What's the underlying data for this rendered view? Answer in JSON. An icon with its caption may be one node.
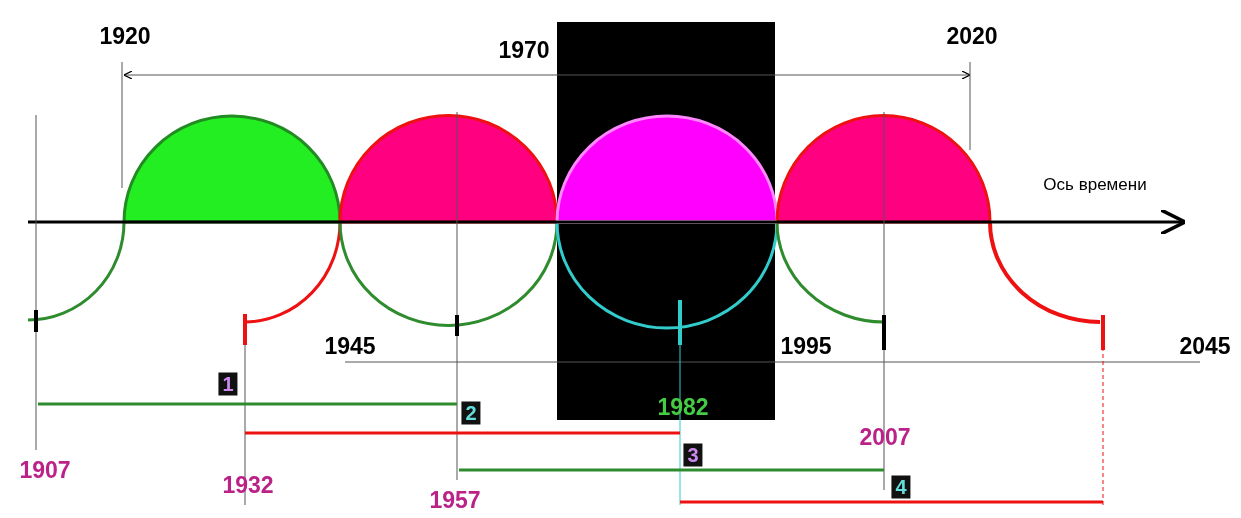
{
  "diagram": {
    "nodes": [
      {
        "text": [
          "1"
        ]
      },
      {
        "text": [
          "2"
        ]
      },
      {
        "text": [
          "3"
        ]
      },
      {
        "text": [
          "4"
        ]
      }
    ],
    "labels": [
      "1920",
      "1970",
      "2020",
      "Ось времени",
      "1945",
      "1995",
      "2045",
      "1982",
      "2007",
      "1907",
      "1932",
      "1957"
    ]
  }
}
